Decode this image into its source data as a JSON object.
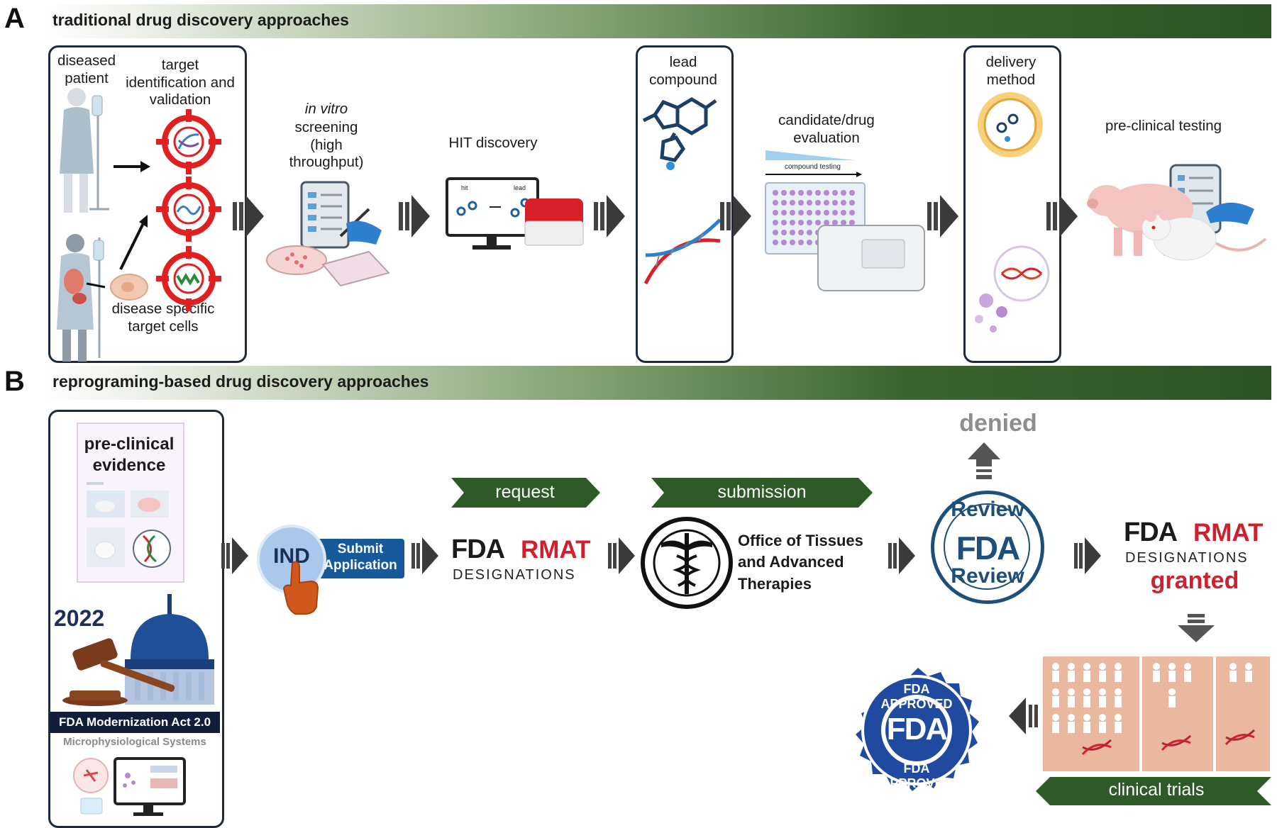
{
  "panel_a": {
    "letter": "A",
    "banner": "traditional drug discovery approaches",
    "labels": {
      "diseased_patient": "diseased patient",
      "target_identification": "target identification and validation",
      "disease_specific_cells": "disease specific target cells",
      "in_vitro": "in vitro",
      "screening": "screening (high throughput)",
      "hit_discovery": "HIT discovery",
      "screen_hit": "hit",
      "screen_lead": "lead",
      "lead_compound": "lead compound",
      "candidate_evaluation": "candidate/drug evaluation",
      "compound_testing": "compound testing",
      "delivery_method": "delivery method",
      "preclinical_testing": "pre-clinical testing"
    }
  },
  "panel_b": {
    "letter": "B",
    "banner": "reprograming-based drug discovery approaches",
    "preclinical_evidence": "pre-clinical evidence",
    "year": "2022",
    "modernization_act": "FDA Modernization Act 2.0",
    "mps": "Microphysiological Systems",
    "ind": "IND",
    "submit_application": "Submit Application",
    "request": "request",
    "submission": "submission",
    "fda": "FDA",
    "rmat": "RMAT",
    "designations": "DESIGNATIONS",
    "office": "Office of Tissues and Advanced Therapies",
    "review_top": "Review",
    "review_bottom": "Review",
    "denied": "denied",
    "granted": "granted",
    "clinical_trials": "clinical trials",
    "approved": "FDA APPROVED"
  },
  "colors": {
    "banner_green": "#2c5324",
    "rmat_red": "#d0202d",
    "target_red": "#e02020",
    "fda_navy": "#1b2f5a",
    "review_blue": "#1d4f7a",
    "ind_blue": "#175a9c",
    "seal_blue": "#1f4aa0",
    "trial_peach": "#e9b89e"
  }
}
